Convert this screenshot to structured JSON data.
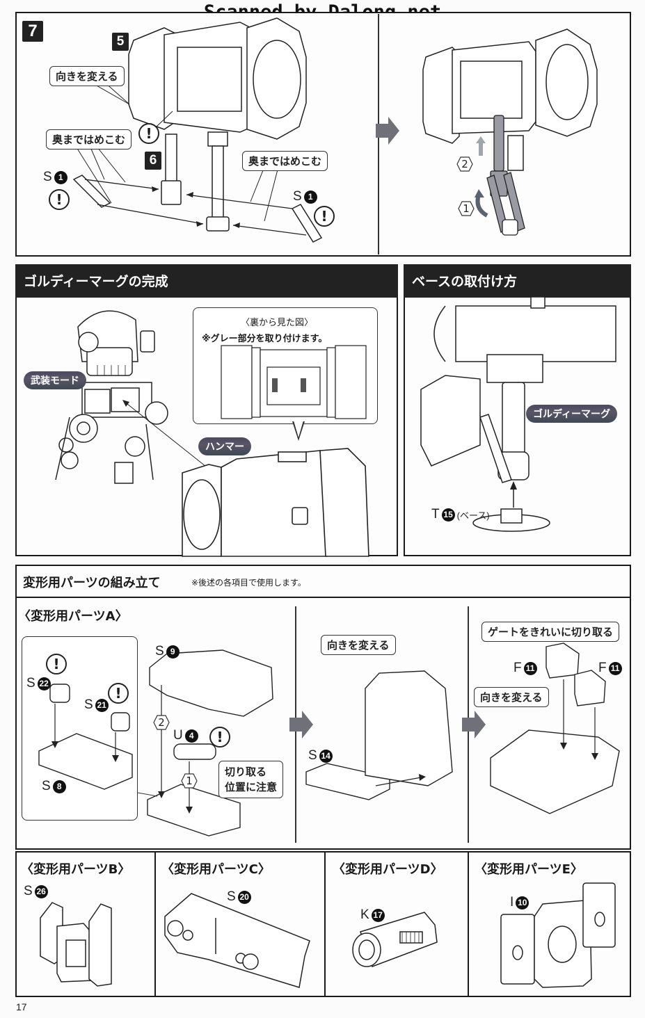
{
  "watermark": "Scanned by Dalong.net",
  "page_number": "17",
  "step7": {
    "step_number": "7",
    "left_panel": {
      "sub_steps": [
        "5",
        "6"
      ],
      "callouts": {
        "rotate": "向きを変える",
        "insert_fully_left": "奥まではめこむ",
        "insert_fully_right": "奥まではめこむ"
      },
      "parts": [
        {
          "letter": "S",
          "number": "1"
        },
        {
          "letter": "S",
          "number": "1"
        }
      ],
      "warning_icon": "!"
    },
    "right_panel": {
      "order_markers": [
        "①",
        "②"
      ],
      "order_labels": [
        "1",
        "2"
      ]
    }
  },
  "completion_section": {
    "title": "ゴルディーマーグの完成",
    "mode_label": "武装モード",
    "hammer_label": "ハンマー",
    "inset": {
      "title": "〈裏から見た図〉",
      "note": "※グレー部分を取り付けます。"
    }
  },
  "base_section": {
    "title": "ベースの取付け方",
    "name_label": "ゴルディーマーグ",
    "part": {
      "letter": "T",
      "number": "15",
      "suffix": "(ベース)"
    }
  },
  "transform_parts_section": {
    "title": "変形用パーツの組み立て",
    "note": "※後述の各項目で使用します。",
    "part_a": {
      "title": "〈変形用パーツA〉",
      "parts": [
        {
          "letter": "S",
          "number": "22"
        },
        {
          "letter": "S",
          "number": "21"
        },
        {
          "letter": "S",
          "number": "8"
        },
        {
          "letter": "S",
          "number": "9"
        },
        {
          "letter": "U",
          "number": "4"
        },
        {
          "letter": "S",
          "number": "14"
        },
        {
          "letter": "F",
          "number": "11"
        },
        {
          "letter": "F",
          "number": "11"
        }
      ],
      "order_labels": [
        "2",
        "1"
      ],
      "callouts": {
        "cut_position_line1": "切り取る",
        "cut_position_line2": "位置に注意",
        "rotate_1": "向きを変える",
        "rotate_2": "向きを変える",
        "clean_gate": "ゲートをきれいに切り取る"
      },
      "warning_icon": "!"
    },
    "part_b": {
      "title": "〈変形用パーツB〉",
      "part": {
        "letter": "S",
        "number": "26"
      }
    },
    "part_c": {
      "title": "〈変形用パーツC〉",
      "part": {
        "letter": "S",
        "number": "20"
      }
    },
    "part_d": {
      "title": "〈変形用パーツD〉",
      "part": {
        "letter": "K",
        "number": "17"
      }
    },
    "part_e": {
      "title": "〈変形用パーツE〉",
      "part": {
        "letter": "I",
        "number": "10"
      }
    }
  },
  "colors": {
    "ink": "#1a1a1a",
    "banner_bg": "#222222",
    "pill_bg": "#4a4960",
    "arrow_gray": "#707078",
    "paper": "#fbfbfb"
  }
}
